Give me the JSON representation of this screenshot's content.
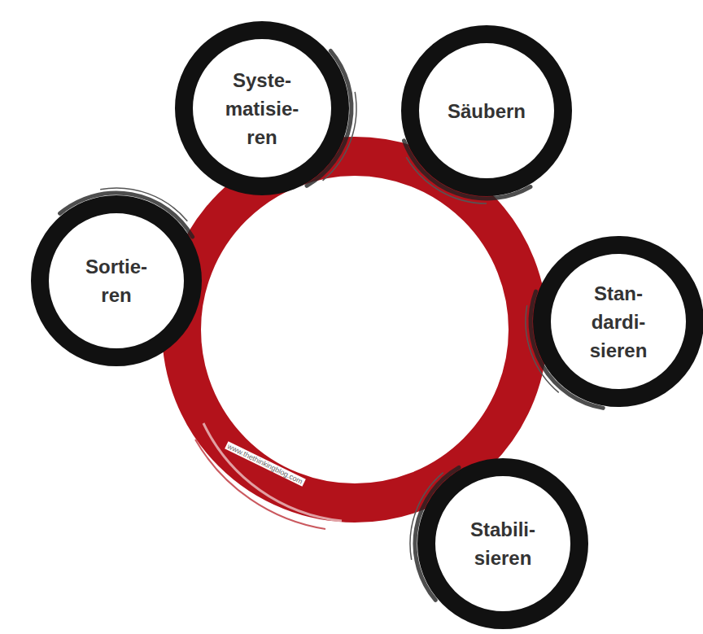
{
  "diagram": {
    "nodes": [
      {
        "text": [
          "Syste- matisie- ren"
        ]
      },
      {
        "text": [
          "Säubern"
        ]
      },
      {
        "text": [
          "Sortie- ren"
        ]
      },
      {
        "text": [
          "Stan- dardi- sieren"
        ]
      },
      {
        "text": [
          "Stabili- sieren"
        ]
      }
    ],
    "labels": [
      "www.thethinkingblog.com"
    ]
  }
}
